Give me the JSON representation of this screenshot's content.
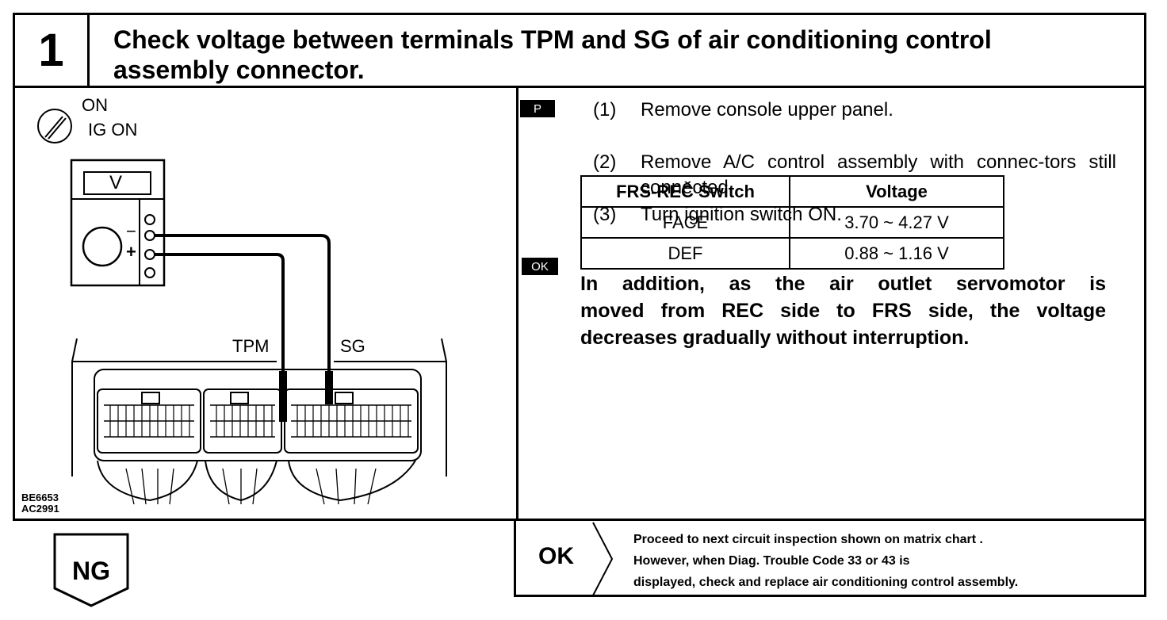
{
  "step": {
    "number": "1",
    "title_line1": "Check voltage between terminals TPM and SG of air conditioning control",
    "title_line2": "assembly connector."
  },
  "figure": {
    "ignition_on": "ON",
    "ignition_ig": "IG ON",
    "meter_display": "V",
    "minus": "−",
    "plus": "+",
    "terminal_tpm": "TPM",
    "terminal_sg": "SG",
    "code1": "BE6653",
    "code2": "AC2991"
  },
  "badges": {
    "prep": "P",
    "ok": "OK"
  },
  "procedure": [
    {
      "num": "(1)",
      "text": "Remove console upper panel."
    },
    {
      "num": "(2)",
      "text": "Remove A/C control assembly with connec-tors still connected."
    },
    {
      "num": "(3)",
      "text": "Turn ignition switch ON."
    }
  ],
  "voltage_table": {
    "headers": [
      "FRS-REČ Switch",
      "Voltage"
    ],
    "rows": [
      [
        "FACE",
        "3.70 ~ 4.27 V"
      ],
      [
        "DEF",
        "0.88 ~ 1.16 V"
      ]
    ]
  },
  "note": {
    "line1": "In addition, as the air outlet servomotor is",
    "line2": "moved from REC side to FRS side, the voltage",
    "line3": "decreases gradually without interruption."
  },
  "ok_result": {
    "label": "OK",
    "line1": "Proceed to next circuit inspection shown on matrix chart  .",
    "line2": "However, when Diag. Trouble Code 33 or 43 is",
    "line3": "displayed, check and replace air conditioning control assembly."
  },
  "ng_result": {
    "label": "NG"
  }
}
